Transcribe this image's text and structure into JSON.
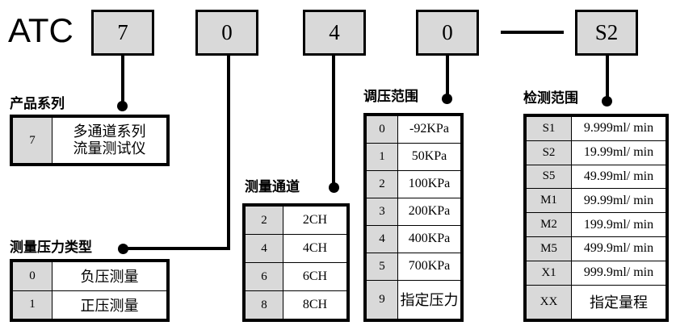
{
  "model": {
    "brand": "ATC",
    "segments": [
      {
        "name": "series",
        "value": "7"
      },
      {
        "name": "pressure-type",
        "value": "0"
      },
      {
        "name": "channels",
        "value": "4"
      },
      {
        "name": "pressure-range",
        "value": "0"
      },
      {
        "name": "separator",
        "value": "—"
      },
      {
        "name": "detection-range",
        "value": "S2"
      }
    ]
  },
  "sections": {
    "series": {
      "caption": "产品系列",
      "rows": [
        {
          "code": "7",
          "desc": "多通道系列\n流量测试仪"
        }
      ]
    },
    "pressure_type": {
      "caption": "测量压力类型",
      "rows": [
        {
          "code": "0",
          "desc": "负压测量"
        },
        {
          "code": "1",
          "desc": "正压测量"
        }
      ]
    },
    "channels": {
      "caption": "测量通道",
      "rows": [
        {
          "code": "2",
          "desc": "2CH"
        },
        {
          "code": "4",
          "desc": "4CH"
        },
        {
          "code": "6",
          "desc": "6CH"
        },
        {
          "code": "8",
          "desc": "8CH"
        }
      ]
    },
    "pressure_range": {
      "caption": "调压范围",
      "rows": [
        {
          "code": "0",
          "desc": "-92KPa"
        },
        {
          "code": "1",
          "desc": "50KPa"
        },
        {
          "code": "2",
          "desc": "100KPa"
        },
        {
          "code": "3",
          "desc": "200KPa"
        },
        {
          "code": "4",
          "desc": "400KPa"
        },
        {
          "code": "5",
          "desc": "700KPa"
        },
        {
          "code": "9",
          "desc": "指定压力"
        }
      ]
    },
    "detection_range": {
      "caption": "检测范围",
      "rows": [
        {
          "code": "S1",
          "desc": "9.999ml/ min"
        },
        {
          "code": "S2",
          "desc": "19.99ml/ min"
        },
        {
          "code": "S5",
          "desc": "49.99ml/ min"
        },
        {
          "code": "M1",
          "desc": "99.99ml/ min"
        },
        {
          "code": "M2",
          "desc": "199.9ml/ min"
        },
        {
          "code": "M5",
          "desc": "499.9ml/ min"
        },
        {
          "code": "X1",
          "desc": "999.9ml/ min"
        },
        {
          "code": "XX",
          "desc": "指定量程"
        }
      ]
    }
  },
  "colors": {
    "code_fill": "#d9d9d9",
    "line": "#000000",
    "background": "#ffffff"
  }
}
